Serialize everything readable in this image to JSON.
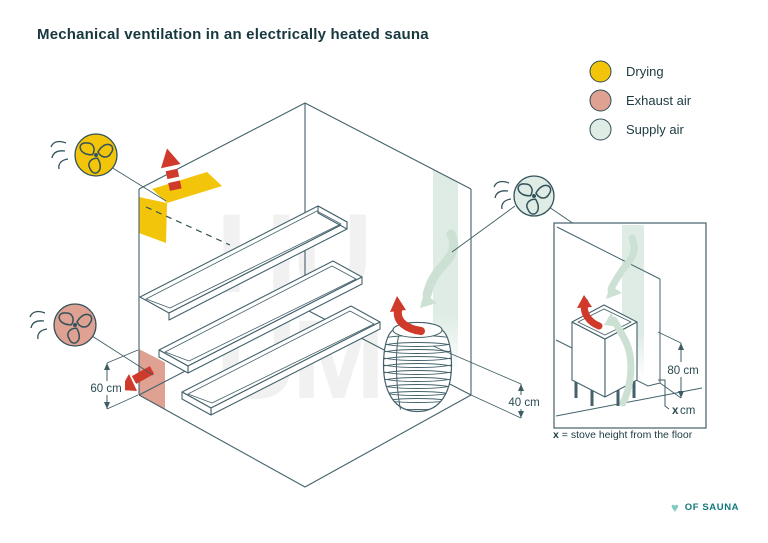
{
  "title": "Mechanical ventilation in an electrically heated sauna",
  "legend": {
    "items": [
      {
        "label": "Drying",
        "color": "#F2C50A"
      },
      {
        "label": "Exhaust air",
        "color": "#DEA192"
      },
      {
        "label": "Supply air",
        "color": "#DFECE5"
      }
    ]
  },
  "watermark": {
    "line1": "HU",
    "line2": "UM"
  },
  "diagram": {
    "labels": {
      "exhaust_vent_height": "60 cm",
      "stove_wall_clearance": "40 cm"
    }
  },
  "detail": {
    "labels": {
      "supply_duct_height": "80 cm",
      "stove_height_symbol": "x",
      "stove_height_unit": "cm"
    },
    "caption": {
      "symbol": "x",
      "text": "= stove height from the floor"
    }
  },
  "footer": {
    "heart_glyph": "♥",
    "brand": "OF SAUNA"
  },
  "colors": {
    "drying_yellow": "#F2C50A",
    "exhaust_salmon": "#DEA192",
    "supply_mint": "#DFECE5",
    "supply_arrow": "#CDE0D4",
    "alert_red": "#CF3A2A",
    "line_teal": "#44626B",
    "text_dark_teal": "#16383E",
    "logo_teal": "#10787A",
    "heart_teal": "#7FCBC2",
    "watermark_gray": "#F1F1F1"
  }
}
